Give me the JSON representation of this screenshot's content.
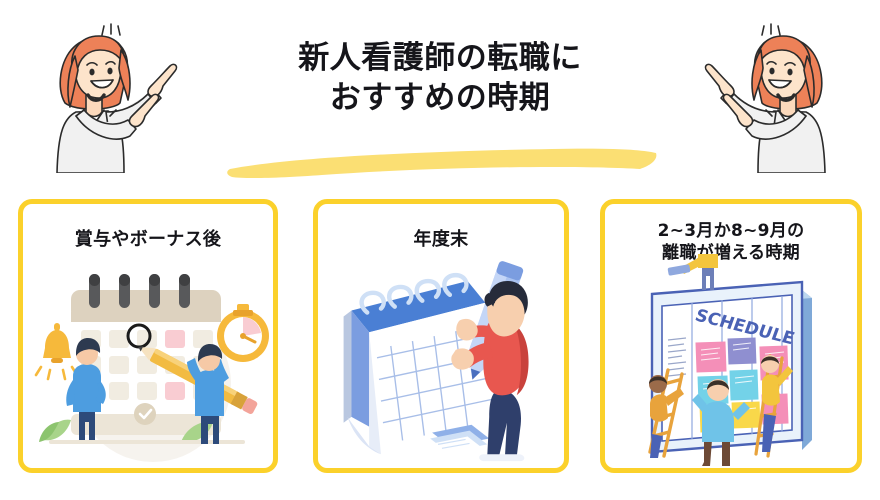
{
  "page": {
    "background_color": "#ffffff",
    "accent_border_color": "#fbd12b",
    "underline_color": "#fbdf73",
    "text_color": "#15151a"
  },
  "header": {
    "title_lines": [
      "新人看護師の転職に",
      "おすすめの時期"
    ],
    "underline": "brush-underline-shape",
    "mascot_left": "pointing-woman-illustration",
    "mascot_right": "pointing-woman-illustration-mirrored"
  },
  "cards": [
    {
      "id": "card-bonus",
      "title_lines": [
        "賞与やボーナス後"
      ],
      "illustration": "calendar-with-people-and-pencil-illustration"
    },
    {
      "id": "card-fiscal-year-end",
      "title_lines": [
        "年度末"
      ],
      "illustration": "isometric-spiral-calendar-with-person-illustration"
    },
    {
      "id": "card-turnover-months",
      "title_lines": [
        "2~3月か8~9月の",
        "離職が増える時期"
      ],
      "illustration": "schedule-board-with-sticky-notes-illustration",
      "board_label": "SCHEDULE"
    }
  ]
}
